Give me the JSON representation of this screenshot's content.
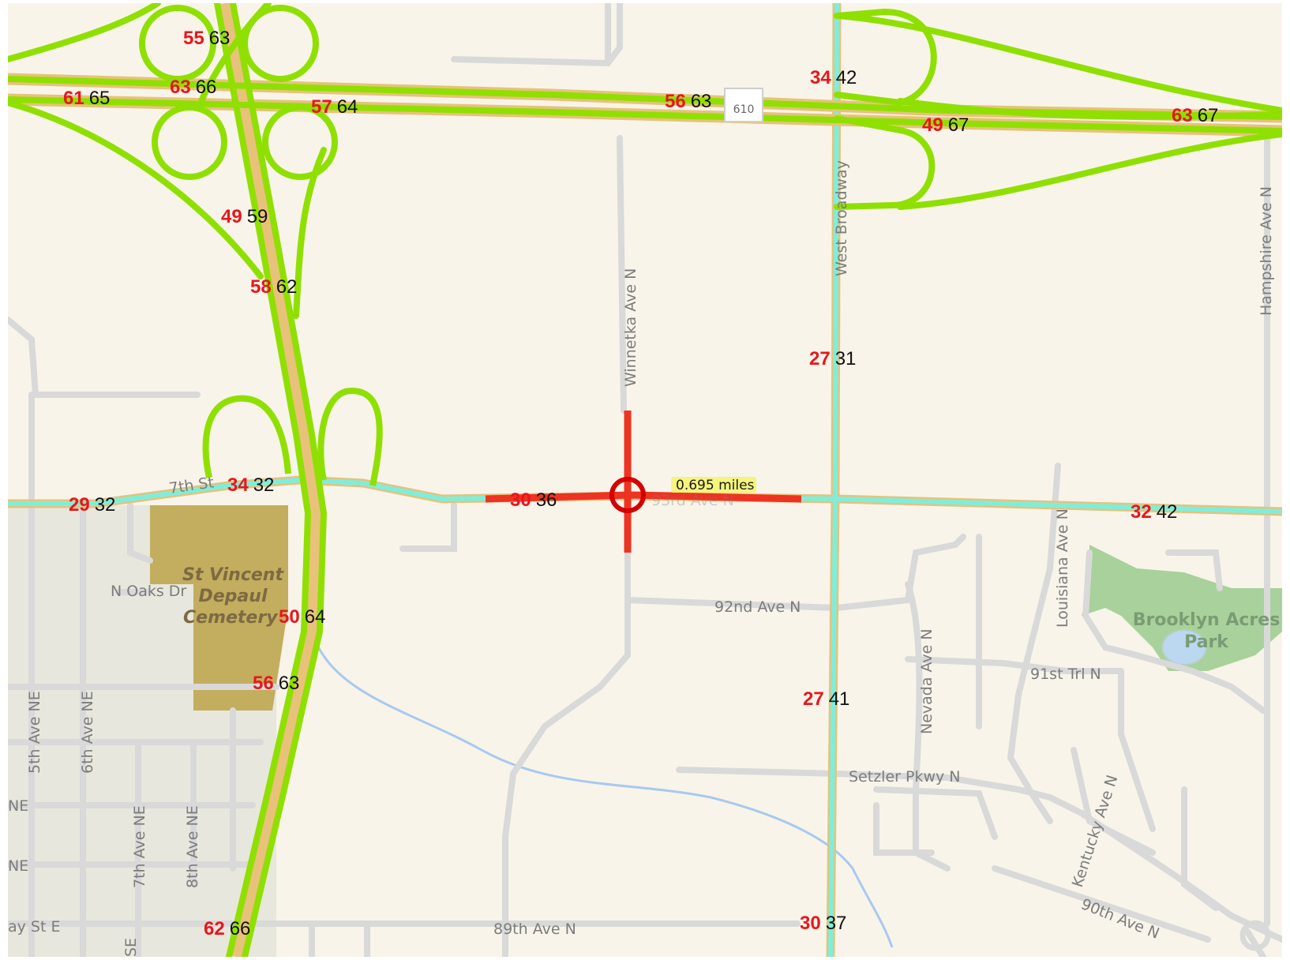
{
  "streets": {
    "winnetka": "Winnetka Ave N",
    "west_broadway": "West Broadway",
    "hampshire": "Hampshire Ave N",
    "louisiana": "Louisiana Ave N",
    "nevada": "Nevada Ave N",
    "kentucky": "Kentucky Ave N",
    "ave_92nd": "92nd Ave N",
    "trl_91st": "91st Trl N",
    "setzler": "Setzler Pkwy N",
    "ave_89th": "89th Ave N",
    "ave_90th": "90th Ave N",
    "st_7th": "7th St",
    "ave_93rd": "93rd Ave N",
    "oaks_dr": "N Oaks Dr",
    "ave_5th": "5th Ave NE",
    "ave_6th": "6th Ave NE",
    "ave_7th": "7th Ave NE",
    "ave_8th": "8th Ave NE",
    "ne_1": "NE",
    "ne_2": "NE",
    "bay_st": "ay St E",
    "se": "SE",
    "shield_610": "610"
  },
  "areas": {
    "cemetery_l1": "St Vincent",
    "cemetery_l2": "Depaul",
    "cemetery_l3": "Cemetery",
    "park_l1": "Brooklyn Acres",
    "park_l2": "Park"
  },
  "segment": {
    "distance": "0.695 miles",
    "highlight_color": "#ee3322",
    "marker_color": "#d40000"
  },
  "colors": {
    "background": "#f8f4ea",
    "local_road": "#d9d9d9",
    "freeway": "#8fe000",
    "arterial": "#7eeedc",
    "cemetery": "#c3ad5e",
    "park": "#a9d19b",
    "water": "#a9c9ee"
  },
  "speeds": [
    {
      "id": "s1",
      "red": "55",
      "black": "63"
    },
    {
      "id": "s2",
      "red": "63",
      "black": "66"
    },
    {
      "id": "s3",
      "red": "61",
      "black": "65"
    },
    {
      "id": "s4",
      "red": "57",
      "black": "64"
    },
    {
      "id": "s5",
      "red": "56",
      "black": "63"
    },
    {
      "id": "s6",
      "red": "34",
      "black": "42"
    },
    {
      "id": "s7",
      "red": "49",
      "black": "67"
    },
    {
      "id": "s8",
      "red": "63",
      "black": "67"
    },
    {
      "id": "s9",
      "red": "49",
      "black": "59"
    },
    {
      "id": "s10",
      "red": "58",
      "black": "62"
    },
    {
      "id": "s11",
      "red": "27",
      "black": "31"
    },
    {
      "id": "s12",
      "red": "34",
      "black": "32"
    },
    {
      "id": "s13",
      "red": "29",
      "black": "32"
    },
    {
      "id": "s14",
      "red": "30",
      "black": "36"
    },
    {
      "id": "s15",
      "red": "32",
      "black": "42"
    },
    {
      "id": "s16",
      "red": "50",
      "black": "64"
    },
    {
      "id": "s17",
      "red": "56",
      "black": "63"
    },
    {
      "id": "s18",
      "red": "27",
      "black": "41"
    },
    {
      "id": "s19",
      "red": "62",
      "black": "66"
    },
    {
      "id": "s20",
      "red": "30",
      "black": "37"
    }
  ]
}
